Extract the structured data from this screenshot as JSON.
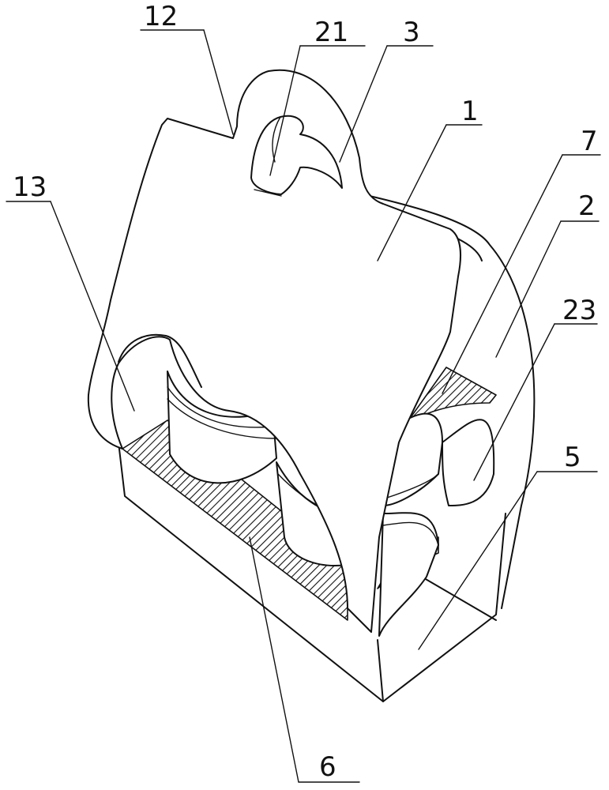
{
  "figure": {
    "labels": {
      "l12": "12",
      "l21": "21",
      "l3": "3",
      "l1": "1",
      "l7": "7",
      "l13": "13",
      "l2": "2",
      "l23": "23",
      "l5": "5",
      "l6": "6"
    }
  }
}
